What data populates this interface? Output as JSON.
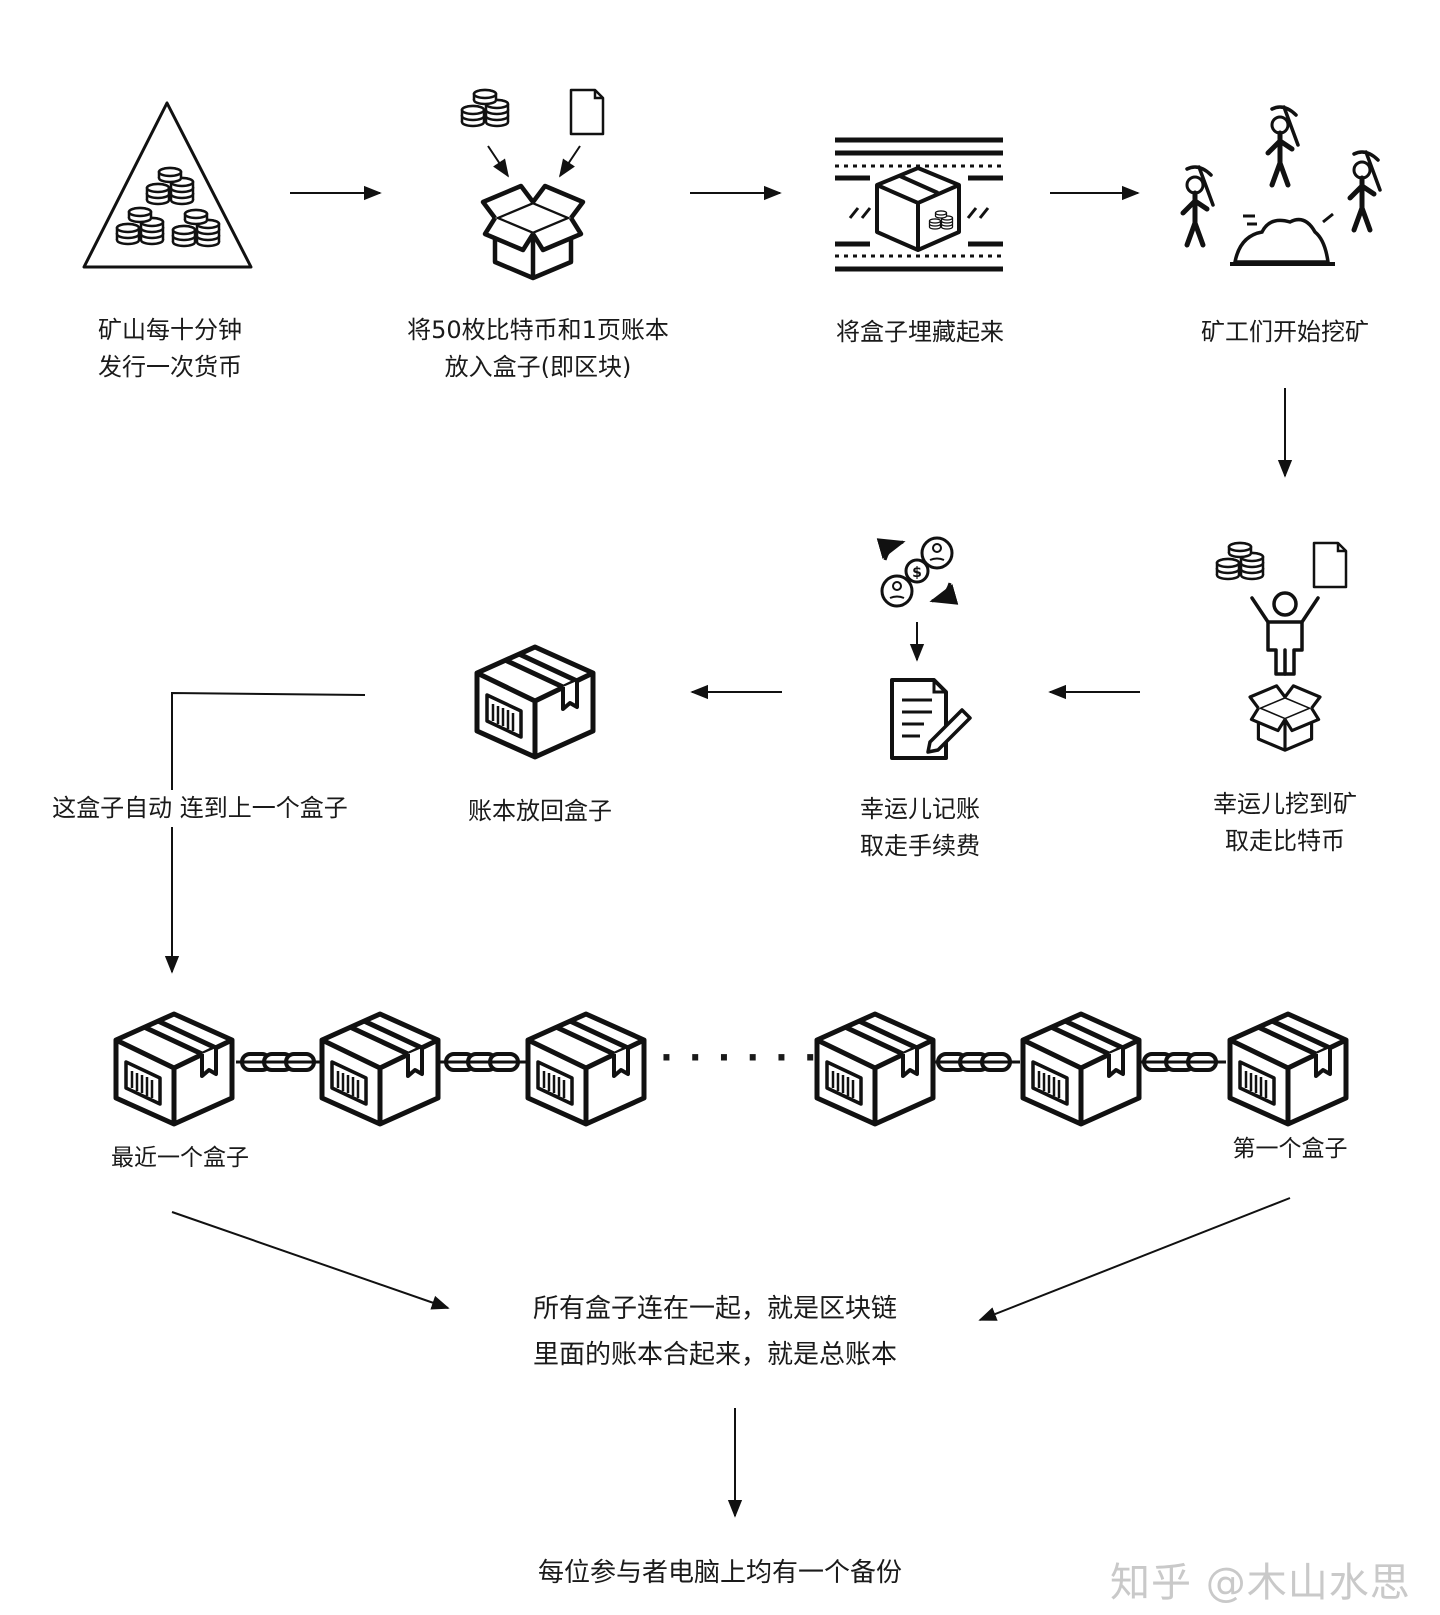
{
  "steps": {
    "issue": [
      "矿山每十分钟",
      "发行一次货币"
    ],
    "pack": [
      "将50枚比特币和1页账本",
      "放入盒子(即区块)"
    ],
    "bury": [
      "将盒子埋藏起来"
    ],
    "mine": [
      "矿工们开始挖矿"
    ],
    "lucky_miner": [
      "幸运儿挖到矿",
      "取走比特币"
    ],
    "lucky_record": [
      "幸运儿记账",
      "取走手续费"
    ],
    "return_ledger": [
      "账本放回盒子"
    ],
    "auto_link": [
      "这盒子自动 连到上一个盒子"
    ]
  },
  "chain": {
    "latest": "最近一个盒子",
    "first": "第一个盒子",
    "ellipsis": "· · · · · ·"
  },
  "summary": [
    "所有盒子连在一起，就是区块链",
    "里面的账本合起来，就是总账本"
  ],
  "backup": "每位参与者电脑上均有一个备份",
  "watermark": "知乎 @木山水思",
  "icons": {
    "triangle": "coin-mountain-icon",
    "coins": "coin-stack-icon",
    "document": "document-icon",
    "open_box": "open-box-icon",
    "buried_box": "buried-box-icon",
    "miners": "miners-icon",
    "exchange": "money-exchange-icon",
    "sign": "sign-document-icon",
    "person": "cheering-person-icon",
    "ledger_box": "ledger-box-icon",
    "chain_link": "chain-link-icon"
  },
  "colors": {
    "ink": "#111111",
    "watermark": "#c9c9c9"
  }
}
